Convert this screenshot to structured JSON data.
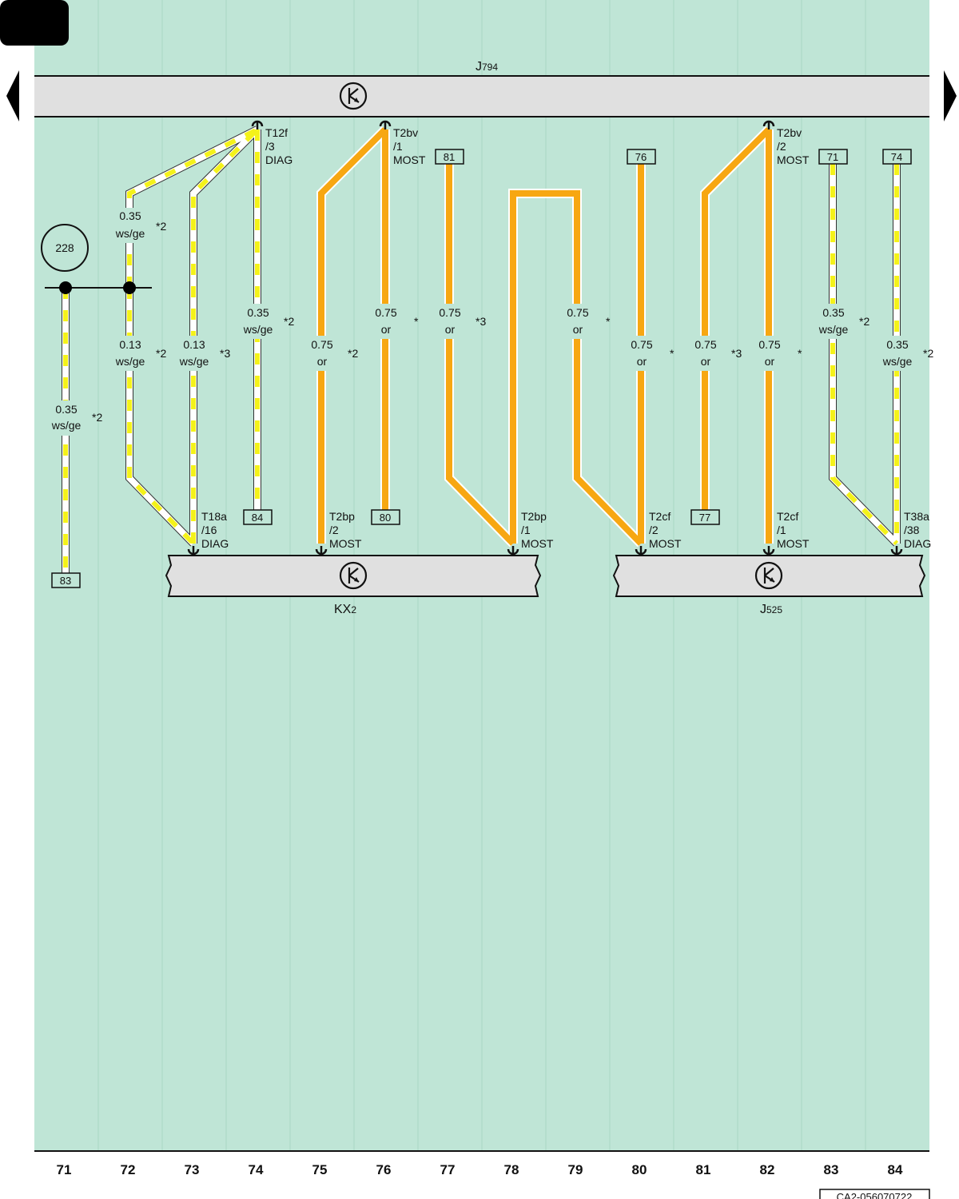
{
  "components": {
    "top": {
      "name": "J",
      "sub": "794"
    },
    "left": {
      "name": "KX",
      "sub": "2"
    },
    "right": {
      "name": "J",
      "sub": "525"
    }
  },
  "node": "228",
  "columns": [
    "71",
    "72",
    "73",
    "74",
    "75",
    "76",
    "77",
    "78",
    "79",
    "80",
    "81",
    "82",
    "83",
    "84"
  ],
  "doc_code": "CA2-056070722",
  "refs": [
    "83",
    "84",
    "80",
    "81",
    "76",
    "77",
    "71",
    "74"
  ],
  "connectors": [
    {
      "lines": [
        "T12f",
        "/3",
        "DIAG"
      ]
    },
    {
      "lines": [
        "T2bv",
        "/1",
        "MOST"
      ]
    },
    {
      "lines": [
        "T2bv",
        "/2",
        "MOST"
      ]
    },
    {
      "lines": [
        "T18a",
        "/16",
        "DIAG"
      ]
    },
    {
      "lines": [
        "T2bp",
        "/2",
        "MOST"
      ]
    },
    {
      "lines": [
        "T2bp",
        "/1",
        "MOST"
      ]
    },
    {
      "lines": [
        "T2cf",
        "/2",
        "MOST"
      ]
    },
    {
      "lines": [
        "T2cf",
        "/1",
        "MOST"
      ]
    },
    {
      "lines": [
        "T38a",
        "/38",
        "DIAG"
      ]
    }
  ],
  "wire_labels": [
    {
      "size": "0.35",
      "color": "ws/ge",
      "note": "*2"
    },
    {
      "size": "0.35",
      "color": "ws/ge",
      "note": "*2"
    },
    {
      "size": "0.13",
      "color": "ws/ge",
      "note": "*2"
    },
    {
      "size": "0.13",
      "color": "ws/ge",
      "note": "*3"
    },
    {
      "size": "0.35",
      "color": "ws/ge",
      "note": "*2"
    },
    {
      "size": "0.75",
      "color": "or",
      "note": "*2"
    },
    {
      "size": "0.75",
      "color": "or",
      "note": "*"
    },
    {
      "size": "0.75",
      "color": "or",
      "note": "*3"
    },
    {
      "size": "0.75",
      "color": "or",
      "note": "*"
    },
    {
      "size": "0.75",
      "color": "or",
      "note": "*"
    },
    {
      "size": "0.75",
      "color": "or",
      "note": "*3"
    },
    {
      "size": "0.75",
      "color": "or",
      "note": "*"
    },
    {
      "size": "0.35",
      "color": "ws/ge",
      "note": "*2"
    },
    {
      "size": "0.35",
      "color": "ws/ge",
      "note": "*2"
    }
  ],
  "colors": {
    "background": "#bfe5d6",
    "column_line": "#a9d8c4",
    "component_fill": "#e0e0e0",
    "wire_orange": "#f7a712",
    "wire_yellow": "#f4f21a",
    "wire_white": "#ffffff"
  },
  "nav": {
    "prev": "left-arrow",
    "next": "right-arrow"
  }
}
